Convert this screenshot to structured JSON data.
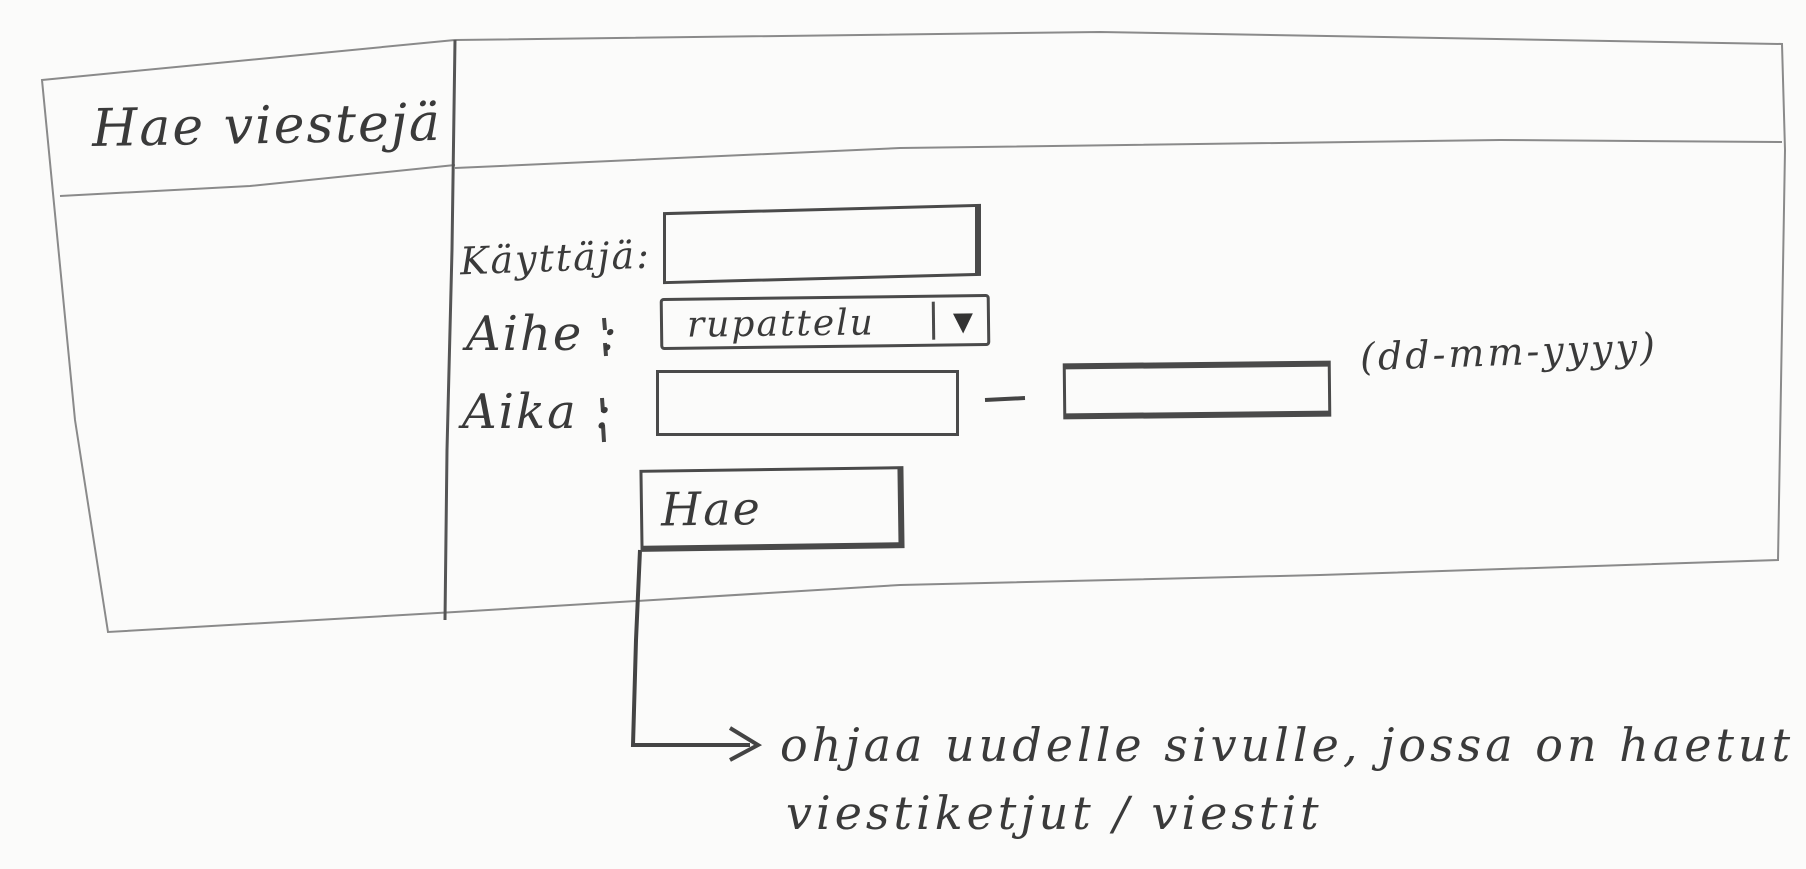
{
  "sidebar": {
    "title": "Hae viestejä"
  },
  "form": {
    "user_label": "Käyttäjä:",
    "user_value": "",
    "topic_label": "Aihe :",
    "topic_value": "rupattelu",
    "time_label": "Aika :",
    "date_start_value": "",
    "date_separator": "–",
    "date_end_value": "",
    "date_format_hint": "(dd-mm-yyyy)",
    "search_button_label": "Hae"
  },
  "annotation": {
    "line1": "ohjaa uudelle sivulle, jossa on haetut",
    "line2": "viestiketjut / viestit"
  },
  "icons": {
    "dropdown": "triangle-down-icon",
    "arrow": "arrow-right-icon"
  },
  "colors": {
    "pencil": "#4a4a4a",
    "paper": "#fbfbfa"
  }
}
